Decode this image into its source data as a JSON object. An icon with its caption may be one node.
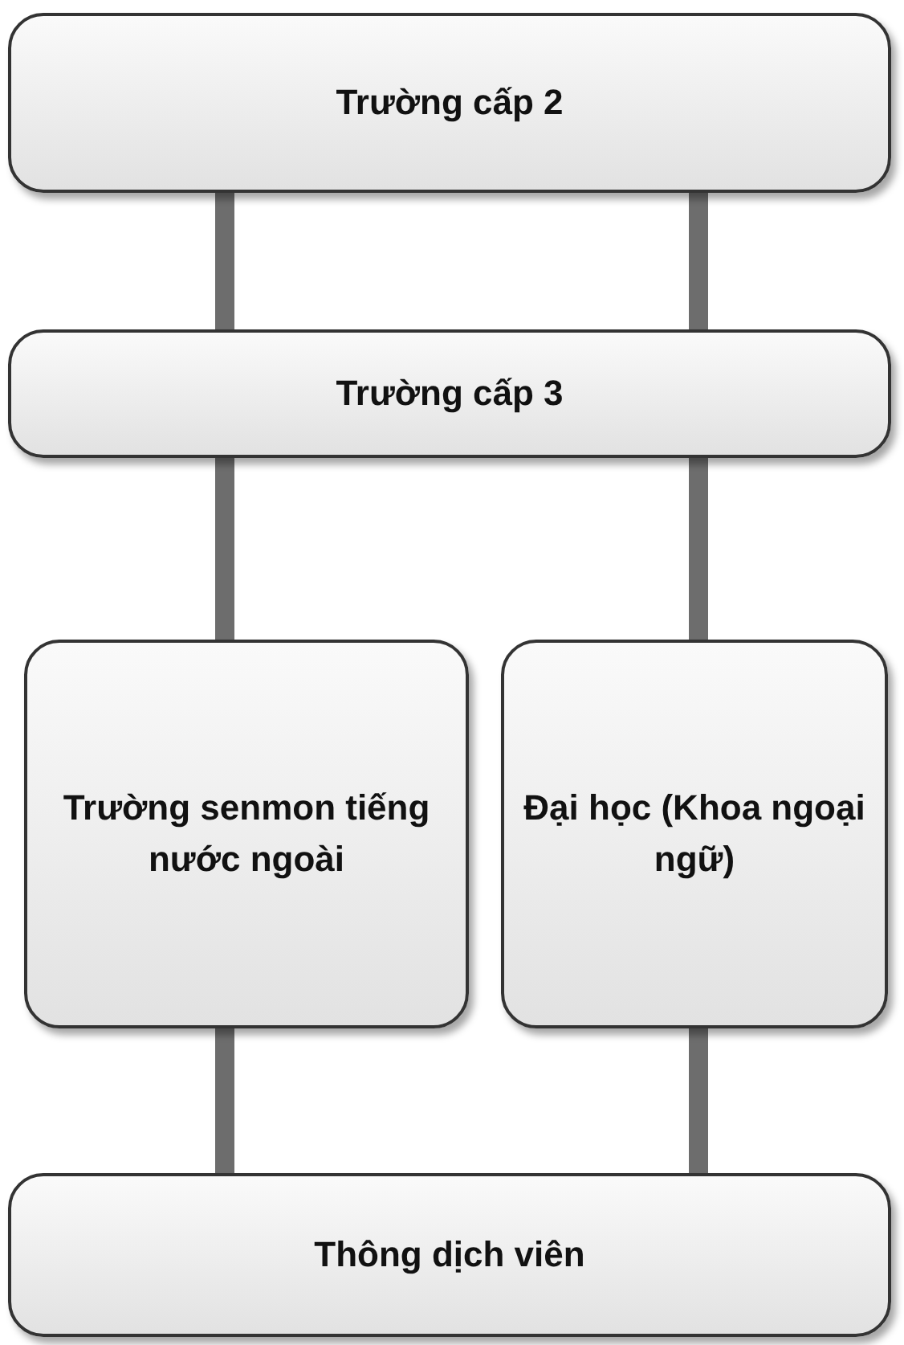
{
  "diagram": {
    "nodes": [
      {
        "text": [
          "Trường cấp 2"
        ]
      },
      {
        "text": [
          "Trường cấp 3"
        ]
      },
      {
        "text": [
          "Trường senmon tiếng nước ngoài"
        ]
      },
      {
        "text": [
          "Đại học (Khoa ngoại ngữ)"
        ]
      },
      {
        "text": [
          "Thông dịch viên"
        ]
      }
    ],
    "edges": [
      {
        "from": 0,
        "to": 1,
        "arrow": "none"
      },
      {
        "from": 0,
        "to": 1,
        "arrow": "none"
      },
      {
        "from": 1,
        "to": 2,
        "arrow": "none"
      },
      {
        "from": 1,
        "to": 3,
        "arrow": "none"
      },
      {
        "from": 2,
        "to": 4,
        "arrow": "none"
      },
      {
        "from": 3,
        "to": 4,
        "arrow": "none"
      }
    ]
  }
}
